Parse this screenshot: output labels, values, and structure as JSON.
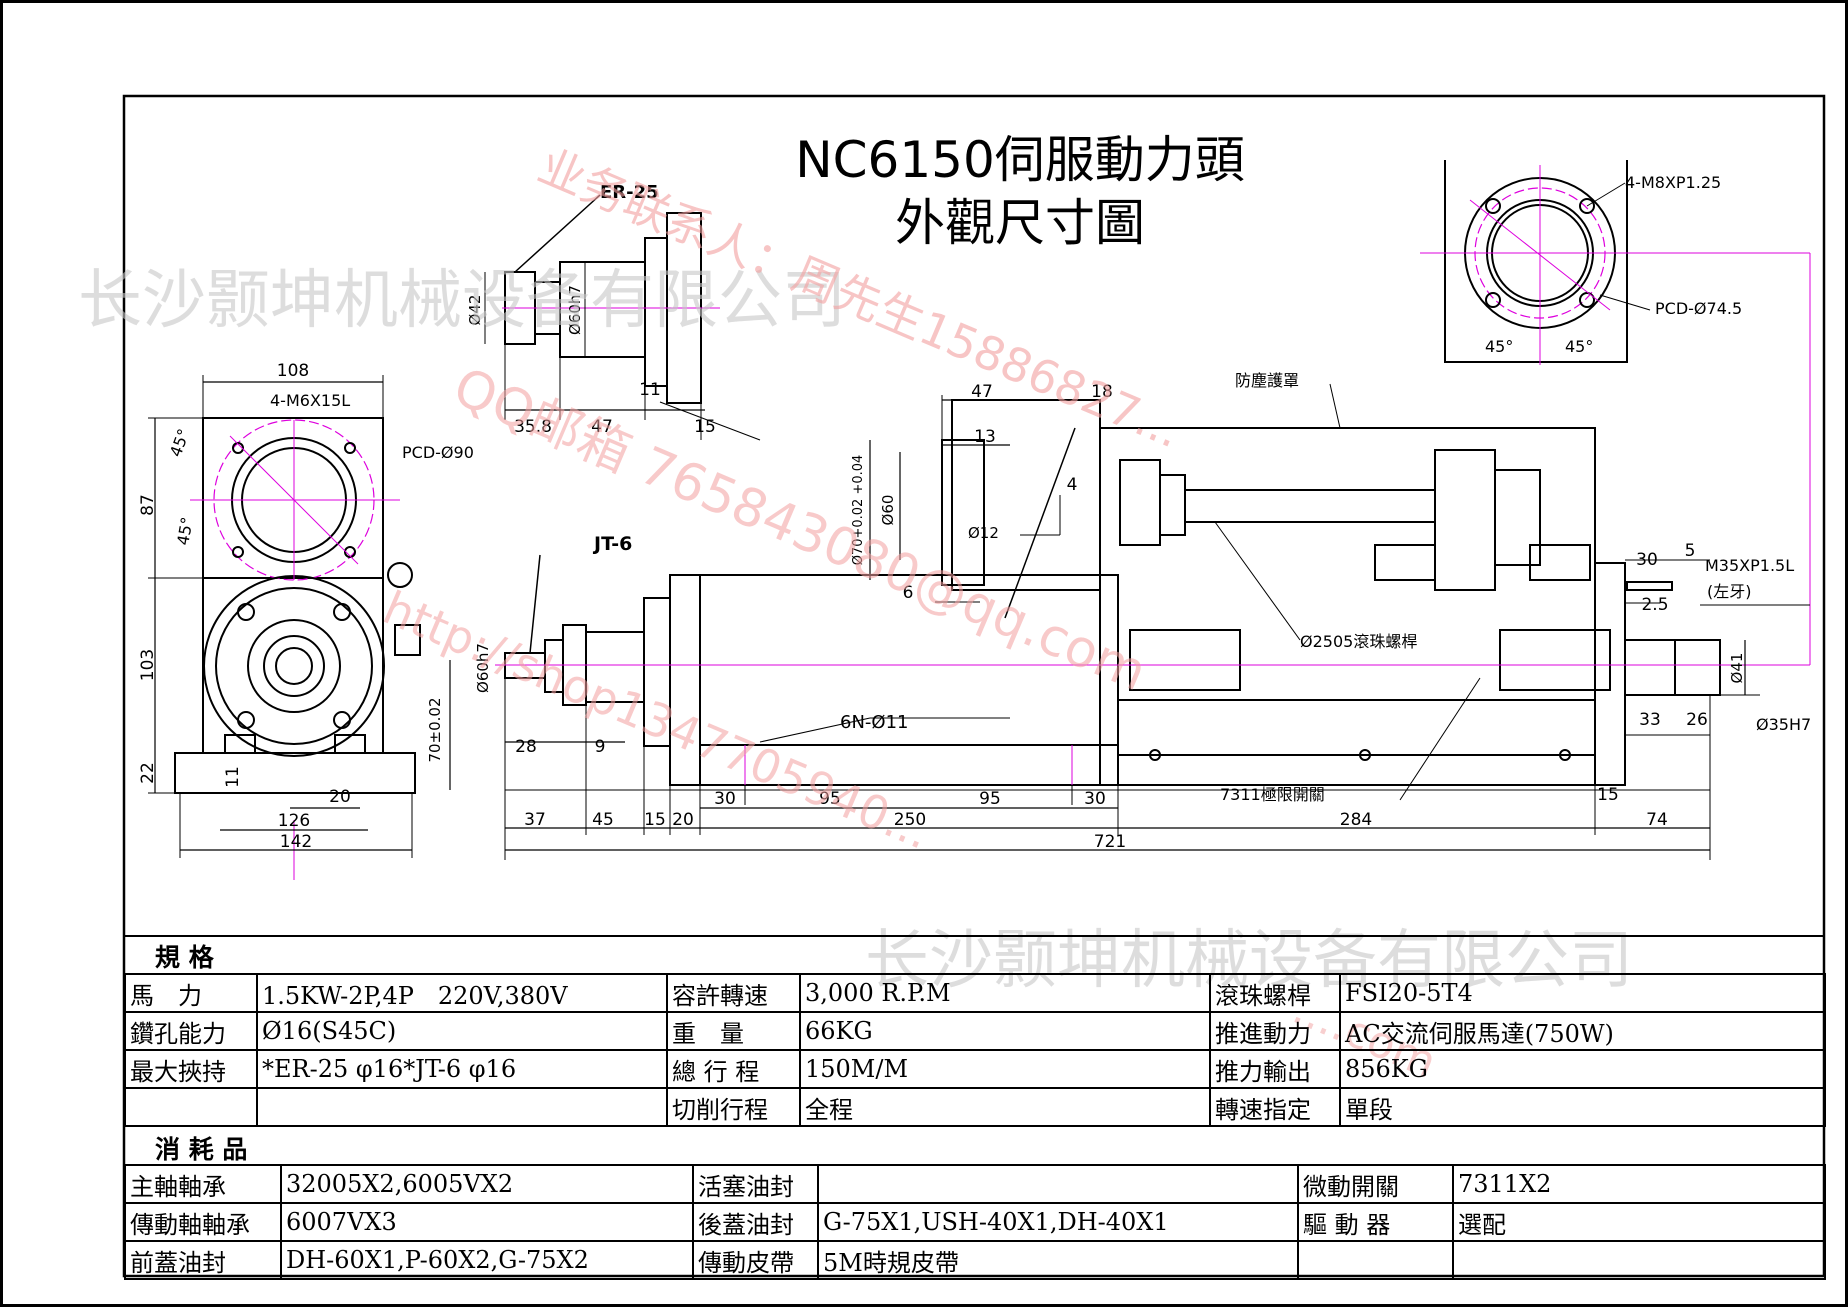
{
  "title": {
    "line1": "NC6150伺服動力頭",
    "line2": "外觀尺寸圖"
  },
  "watermarks": {
    "company": "长沙颢坤机械设备有限公司",
    "contact": "业务联系人：周先生15886827...",
    "qq": "QQ邮箱 765843080@qq.com",
    "url": "http://shop1347705940...",
    "red2": "....com"
  },
  "labels": {
    "er25": "ER-25",
    "jt6": "JT-6",
    "d42": "Ø42",
    "d60h7a": "Ø60h7",
    "d60h7b": "Ø60h7",
    "m6": "4-M6X15L",
    "pcd90": "PCD-Ø90",
    "m8": "4-M8XP1.25",
    "pcd745": "PCD-Ø74.5",
    "a45a": "45°",
    "a45b": "45°",
    "a45c": "45°",
    "a45d": "45°",
    "dust": "防塵護罩",
    "ballscrew": "Ø2505滾珠螺桿",
    "holes": "6N-Ø11",
    "switch": "7311極限開關",
    "m35": "M35XP1.5L",
    "lefthand": "(左牙)",
    "d41": "Ø41",
    "d35h7": "Ø35H7",
    "d70": "Ø70+0.02 +0.04",
    "d60": "Ø60",
    "d12": "Ø12",
    "tol70": "70±0.02"
  },
  "dims": {
    "d108": "108",
    "d87": "87",
    "d103": "103",
    "d22": "22",
    "d11": "11",
    "d126": "126",
    "d142": "142",
    "d20a": "20",
    "d358": "35.8",
    "d47a": "47",
    "d11b": "11",
    "d15a": "15",
    "d47b": "47",
    "d18": "18",
    "d13": "13",
    "d4": "4",
    "d6": "6",
    "d28": "28",
    "d9": "9",
    "d37": "37",
    "d45": "45",
    "d15b": "15",
    "d20b": "20",
    "d30a": "30",
    "d95a": "95",
    "d250": "250",
    "d95b": "95",
    "d30b": "30",
    "d284": "284",
    "d15c": "15",
    "d74": "74",
    "d721": "721",
    "d30c": "30",
    "d5": "5",
    "d25": "2.5",
    "d33": "33",
    "d26": "26"
  },
  "spec": {
    "heading": "規 格",
    "rows": [
      [
        "馬　力",
        "1.5KW-2P,4P　220V,380V",
        "容許轉速",
        "3,000 R.P.M",
        "滾珠螺桿",
        "FSI20-5T4"
      ],
      [
        "鑽孔能力",
        "Ø16(S45C)",
        "重　量",
        "66KG",
        "推進動力",
        "AC交流伺服馬達(750W)"
      ],
      [
        "最大挾持",
        "*ER-25 φ16*JT-6 φ16",
        "總 行 程",
        "150M/M",
        "推力輸出",
        "856KG"
      ],
      [
        "",
        "",
        "切削行程",
        "全程",
        "轉速指定",
        "單段"
      ]
    ]
  },
  "consumables": {
    "heading": "消 耗 品",
    "rows": [
      [
        "主軸軸承",
        "32005X2,6005VX2",
        "活塞油封",
        "",
        "微動開關",
        "7311X2"
      ],
      [
        "傳動軸軸承",
        "6007VX3",
        "後蓋油封",
        "G-75X1,USH-40X1,DH-40X1",
        "驅 動 器",
        "選配"
      ],
      [
        "前蓋油封",
        "DH-60X1,P-60X2,G-75X2",
        "傳動皮帶",
        "5M時規皮帶",
        "",
        ""
      ]
    ]
  }
}
